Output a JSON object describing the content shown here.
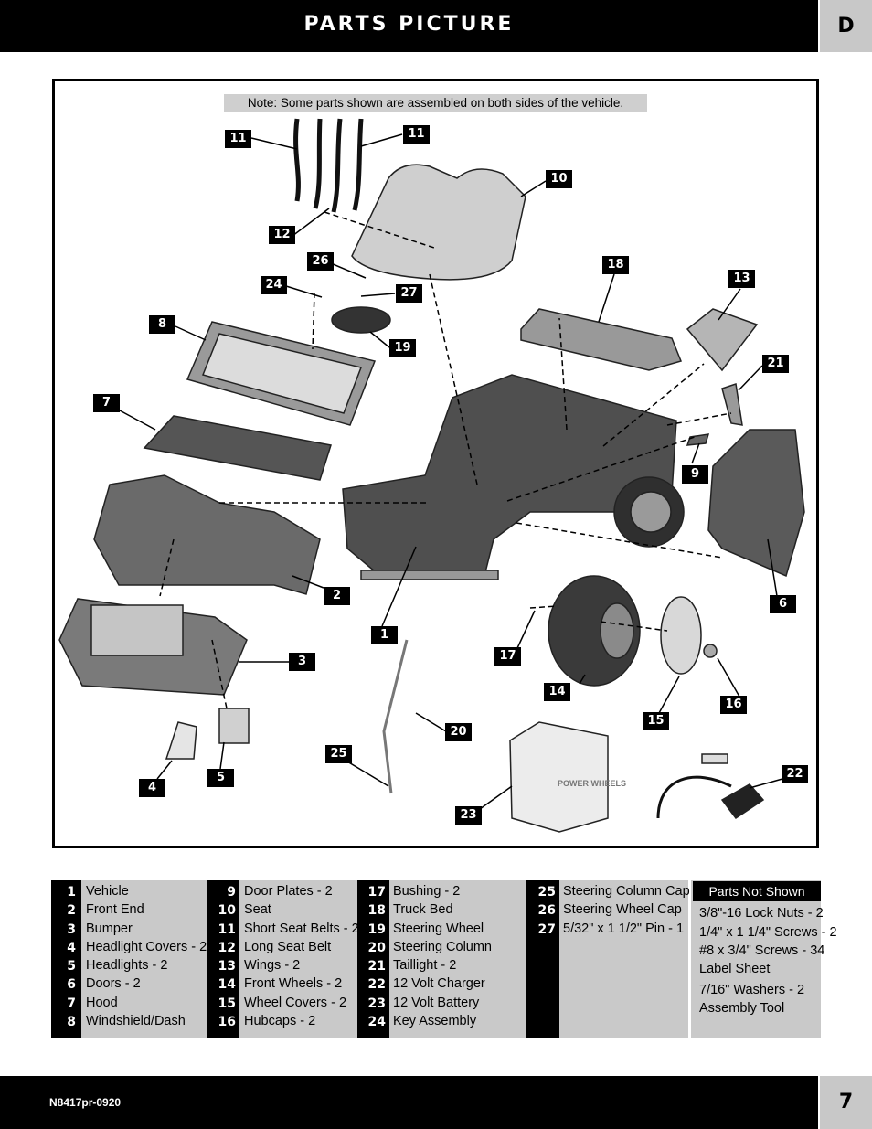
{
  "header": {
    "title": "PARTS PICTURE",
    "section_tab": "D"
  },
  "note": "Note: Some parts shown are assembled on both sides of the vehicle.",
  "callouts": [
    "11",
    "11",
    "10",
    "12",
    "26",
    "24",
    "27",
    "18",
    "13",
    "8",
    "19",
    "21",
    "7",
    "9",
    "2",
    "6",
    "3",
    "1",
    "17",
    "14",
    "16",
    "15",
    "20",
    "25",
    "22",
    "4",
    "5",
    "23"
  ],
  "parts_list": [
    {
      "num": "1",
      "label": "Vehicle"
    },
    {
      "num": "2",
      "label": "Front End"
    },
    {
      "num": "3",
      "label": "Bumper"
    },
    {
      "num": "4",
      "label": "Headlight Covers - 2"
    },
    {
      "num": "5",
      "label": "Headlights - 2"
    },
    {
      "num": "6",
      "label": "Doors - 2"
    },
    {
      "num": "7",
      "label": "Hood"
    },
    {
      "num": "8",
      "label": "Windshield/Dash"
    },
    {
      "num": "9",
      "label": "Door Plates - 2"
    },
    {
      "num": "10",
      "label": "Seat"
    },
    {
      "num": "11",
      "label": "Short Seat Belts - 2"
    },
    {
      "num": "12",
      "label": "Long Seat Belt"
    },
    {
      "num": "13",
      "label": "Wings - 2"
    },
    {
      "num": "14",
      "label": "Front Wheels - 2"
    },
    {
      "num": "15",
      "label": "Wheel Covers - 2"
    },
    {
      "num": "16",
      "label": "Hubcaps - 2"
    },
    {
      "num": "17",
      "label": "Bushing - 2"
    },
    {
      "num": "18",
      "label": "Truck Bed"
    },
    {
      "num": "19",
      "label": "Steering Wheel"
    },
    {
      "num": "20",
      "label": "Steering Column"
    },
    {
      "num": "21",
      "label": "Taillight - 2"
    },
    {
      "num": "22",
      "label": "12 Volt Charger"
    },
    {
      "num": "23",
      "label": "12 Volt Battery"
    },
    {
      "num": "24",
      "label": "Key Assembly"
    },
    {
      "num": "25",
      "label": "Steering Column Cap"
    },
    {
      "num": "26",
      "label": "Steering Wheel Cap"
    },
    {
      "num": "27",
      "label": "5/32\" x 1 1/2\" Pin - 1"
    }
  ],
  "parts_not_shown": {
    "title": "Parts Not Shown",
    "items": [
      "3/8\"-16 Lock Nuts - 2",
      "1/4\" x 1 1/4\" Screws - 2",
      "#8 x 3/4\" Screws - 34",
      "Label Sheet",
      "7/16\" Washers - 2",
      "Assembly Tool"
    ]
  },
  "battery_label": "POWER WHEELS",
  "footer": {
    "code": "N8417pr-0920",
    "page": "7"
  }
}
